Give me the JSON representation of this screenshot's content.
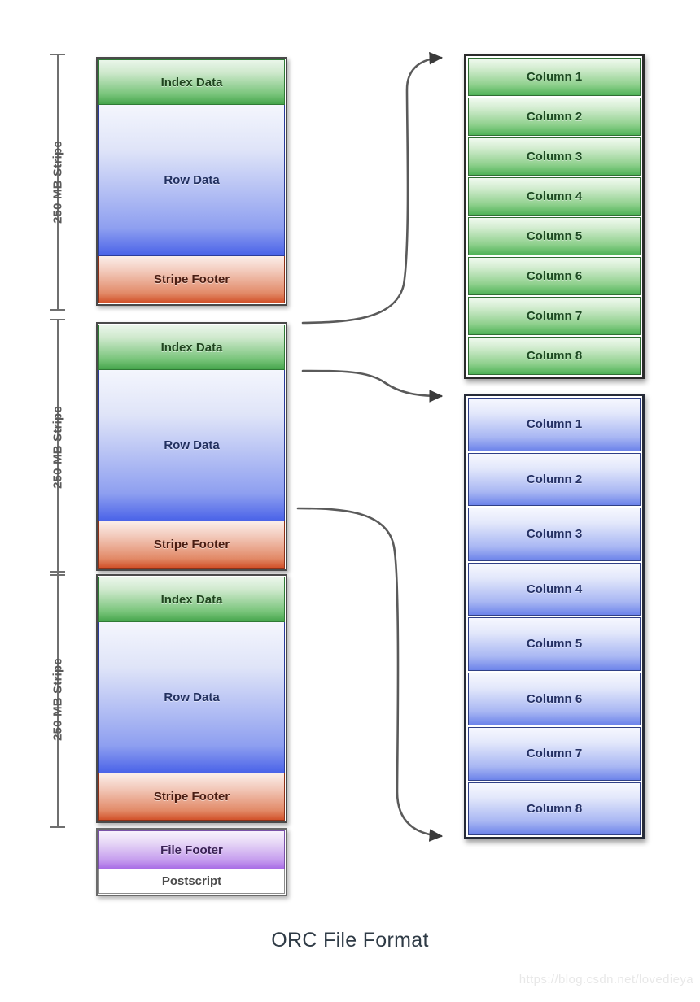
{
  "title": "ORC File Format",
  "watermark": "https://blog.csdn.net/lovedieya",
  "colors": {
    "index_green": "#46a54c",
    "row_blue": "#4a63e8",
    "stripe_footer_red": "#d2522a",
    "file_footer_purple": "#a86de6",
    "postscript_white": "#ffffff",
    "bracket_gray": "#6f6f6f",
    "arrow_gray": "#5a5a5a",
    "title_text": "#2f3b46",
    "watermark_text": "#e8e8e8"
  },
  "brackets": [
    {
      "label": "250 MB Stripe"
    },
    {
      "label": "250 MB Stripe"
    },
    {
      "label": "250 MB Stripe"
    }
  ],
  "stripes": [
    {
      "index_label": "Index Data",
      "row_label": "Row Data",
      "footer_label": "Stripe Footer"
    },
    {
      "index_label": "Index Data",
      "row_label": "Row Data",
      "footer_label": "Stripe Footer"
    },
    {
      "index_label": "Index Data",
      "row_label": "Row Data",
      "footer_label": "Stripe Footer"
    }
  ],
  "file_tail": {
    "file_footer_label": "File Footer",
    "postscript_label": "Postscript"
  },
  "index_columns": {
    "kind": "index-data-columns",
    "cells": [
      "Column 1",
      "Column 2",
      "Column 3",
      "Column 4",
      "Column 5",
      "Column 6",
      "Column 7",
      "Column 8"
    ]
  },
  "row_columns": {
    "kind": "row-data-columns",
    "cells": [
      "Column 1",
      "Column 2",
      "Column 3",
      "Column 4",
      "Column 5",
      "Column 6",
      "Column 7",
      "Column 8"
    ]
  },
  "arrows": [
    {
      "name": "stripe2-top-to-index-columns"
    },
    {
      "name": "stripe2-index-to-row-columns-top"
    },
    {
      "name": "stripe2-row-to-row-columns-bottom"
    }
  ]
}
